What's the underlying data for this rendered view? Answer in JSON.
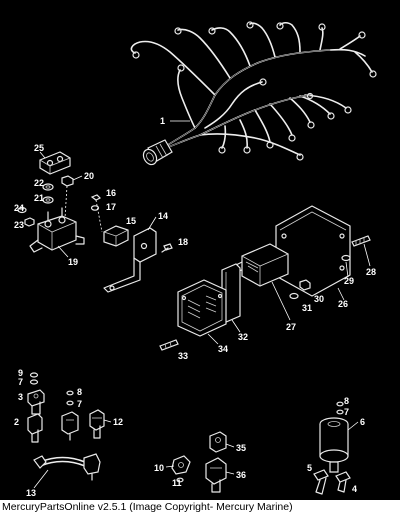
{
  "footer": {
    "caption": "MercuryPartsOnline v2.5.1 (Image Copyright- Mercury Marine)"
  },
  "callouts": {
    "c1": "1",
    "c2": "2",
    "c3": "3",
    "c4": "4",
    "c5": "5",
    "c6": "6",
    "c7a": "7",
    "c7b": "7",
    "c7c": "7",
    "c8a": "8",
    "c8b": "8",
    "c9": "9",
    "c10": "10",
    "c11": "11",
    "c12": "12",
    "c13": "13",
    "c14": "14",
    "c15": "15",
    "c16": "16",
    "c17": "17",
    "c18": "18",
    "c19": "19",
    "c20": "20",
    "c21": "21",
    "c22": "22",
    "c23": "23",
    "c24": "24",
    "c25": "25",
    "c26": "26",
    "c27": "27",
    "c28": "28",
    "c29": "29",
    "c30": "30",
    "c31": "31",
    "c32": "32",
    "c33": "33",
    "c34": "34",
    "c35": "35",
    "c36": "36"
  }
}
